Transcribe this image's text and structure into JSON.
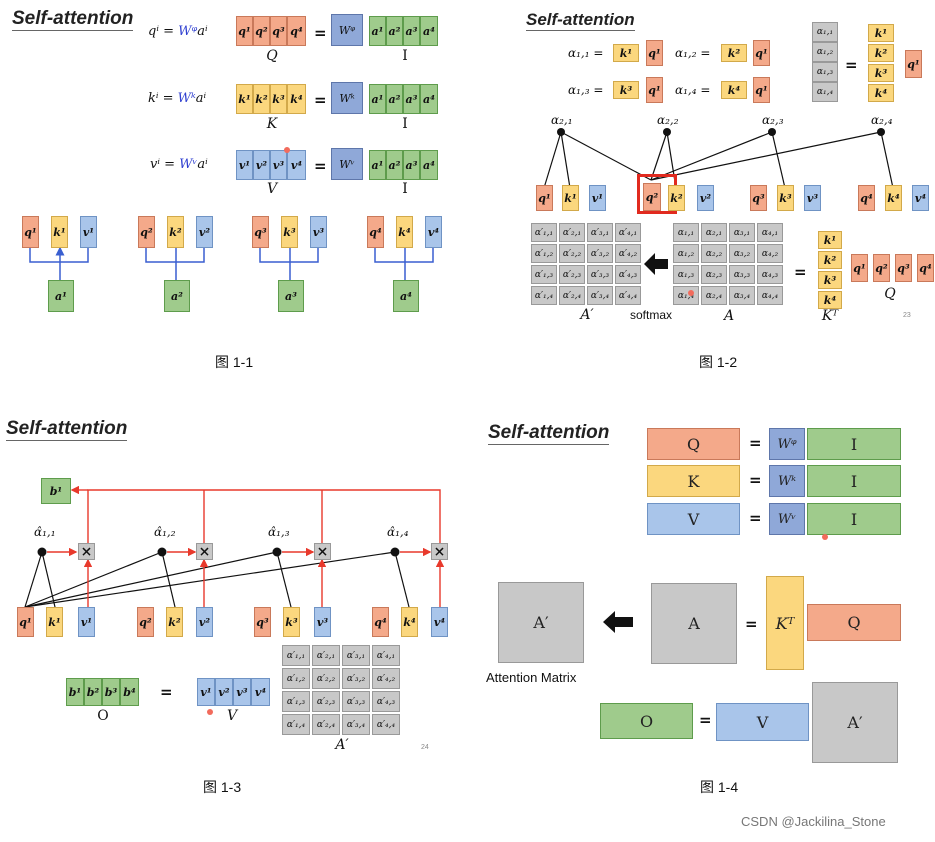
{
  "panels": {
    "p1": {
      "title": "Self-attention",
      "caption": "图 1-1"
    },
    "p2": {
      "title": "Self-attention",
      "caption": "图 1-2",
      "softmax": "softmax",
      "page_number": "23"
    },
    "p3": {
      "title": "Self-attention",
      "caption": "图 1-3",
      "page_number": "24"
    },
    "p4": {
      "title": "Self-attention",
      "caption": "图 1-4",
      "attention_matrix": "Attention Matrix"
    }
  },
  "symbols": {
    "Q": "Q",
    "K": "K",
    "V": "V",
    "I": "I",
    "O": "O",
    "A": "A",
    "Aprime": "A′",
    "KT": "Kᵀ",
    "Wq": "Wᵠ",
    "Wk": "Wᵏ",
    "Wv": "Wᵛ",
    "q": [
      "q¹",
      "q²",
      "q³",
      "q⁴"
    ],
    "k": [
      "k¹",
      "k²",
      "k³",
      "k⁴"
    ],
    "v": [
      "v¹",
      "v²",
      "v³",
      "v⁴"
    ],
    "a": [
      "a¹",
      "a²",
      "a³",
      "a⁴"
    ],
    "b": [
      "b¹",
      "b²",
      "b³",
      "b⁴"
    ],
    "b1": "b¹"
  },
  "equations": {
    "q": [
      "qⁱ = ",
      "Wᵠ",
      "aⁱ"
    ],
    "k": [
      "kⁱ = ",
      "Wᵏ",
      "aⁱ"
    ],
    "v": [
      "vⁱ = ",
      "Wᵛ",
      "aⁱ"
    ]
  },
  "alpha_top": [
    "α₂,₁",
    "α₂,₂",
    "α₂,₃",
    "α₂,₄"
  ],
  "alpha_eq": [
    "α₁,₁ =",
    "α₁,₂ =",
    "α₁,₃ =",
    "α₁,₄ ="
  ],
  "alpha_col": [
    "α₁,₁",
    "α₁,₂",
    "α₁,₃",
    "α₁,₄"
  ],
  "alpha_hat": [
    "α̂₁,₁",
    "α̂₁,₂",
    "α̂₁,₃",
    "α̂₁,₄"
  ],
  "matrix_A": [
    [
      "α₁,₁",
      "α₂,₁",
      "α₃,₁",
      "α₄,₁"
    ],
    [
      "α₁,₂",
      "α₂,₂",
      "α₃,₂",
      "α₄,₂"
    ],
    [
      "α₁,₃",
      "α₂,₃",
      "α₃,₃",
      "α₄,₃"
    ],
    [
      "α₁,₄",
      "α₂,₄",
      "α₃,₄",
      "α₄,₄"
    ]
  ],
  "matrix_Ap": [
    [
      "α′₁,₁",
      "α′₂,₁",
      "α′₃,₁",
      "α′₄,₁"
    ],
    [
      "α′₁,₂",
      "α′₂,₂",
      "α′₃,₂",
      "α′₄,₂"
    ],
    [
      "α′₁,₃",
      "α′₂,₃",
      "α′₃,₃",
      "α′₄,₃"
    ],
    [
      "α′₁,₄",
      "α′₂,₄",
      "α′₃,₄",
      "α′₄,₄"
    ]
  ],
  "equals": "=",
  "times": "×",
  "colors": {
    "q": "#f4a98a",
    "k": "#fbd77e",
    "v": "#a9c5ea",
    "a": "#9fcb8c",
    "w": "#8fa8d8",
    "matrix": "#c8c8c8",
    "arrow_red": "#e8392c",
    "arrow_blue": "#3a5fd0"
  },
  "icons": {
    "arrow_left": "black-left-arrow-icon"
  },
  "watermark": "CSDN @Jackilina_Stone"
}
